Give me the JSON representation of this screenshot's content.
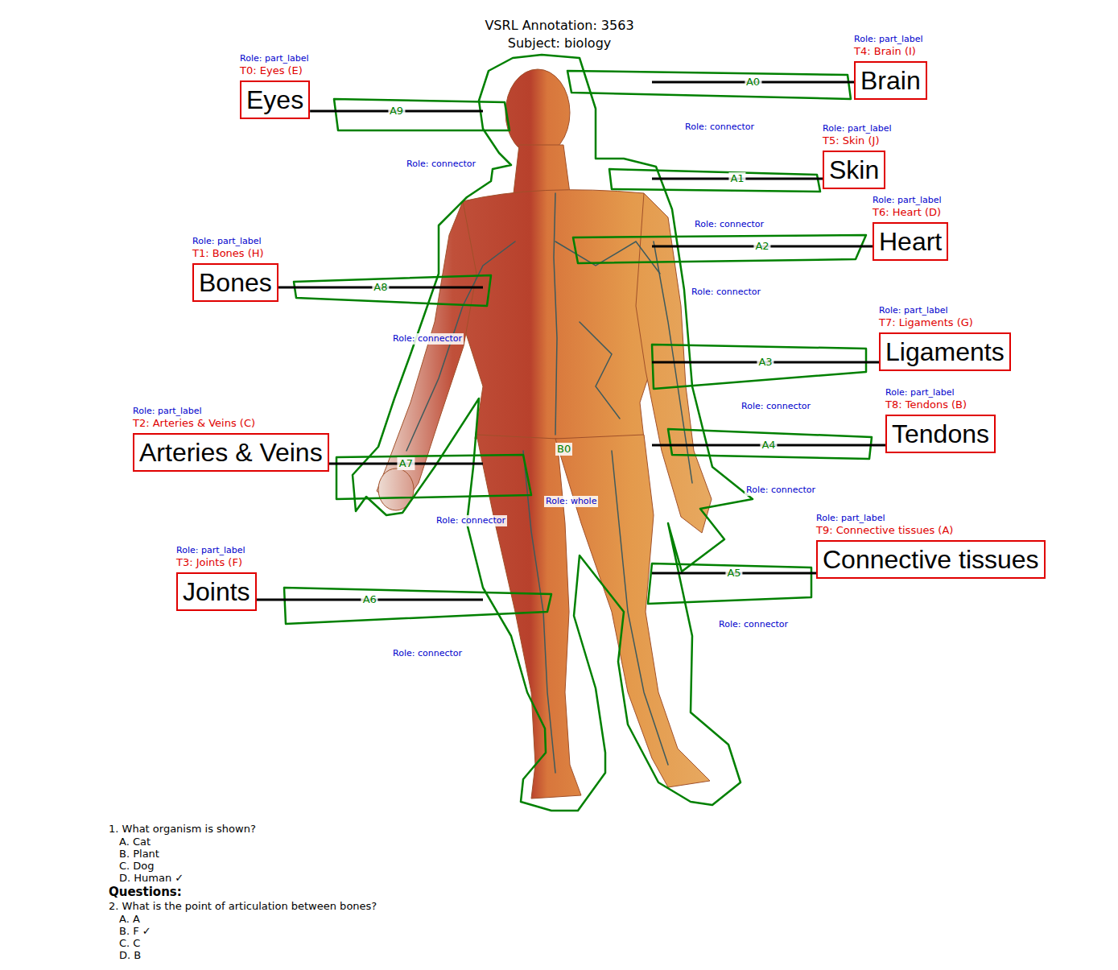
{
  "diagram": {
    "title": "VSRL Annotation: 3563",
    "nodes": [
      {
        "text": [
          "Role: part_label",
          "T0: Eyes (E)",
          "Eyes"
        ]
      },
      {
        "text": [
          "Role: part_label",
          "T4: Brain (I)",
          "Brain"
        ]
      },
      {
        "text": [
          "Role: part_label",
          "T5: Skin (J)",
          "Skin"
        ]
      },
      {
        "text": [
          "Role: part_label",
          "T6: Heart (D)",
          "Heart"
        ]
      },
      {
        "text": [
          "Role: part_label",
          "T1: Bones (H)",
          "Bones"
        ]
      },
      {
        "text": [
          "Role: part_label",
          "T7: Ligaments (G)",
          "Ligaments"
        ]
      },
      {
        "text": [
          "Role: part_label",
          "T8: Tendons (B)",
          "Tendons"
        ]
      },
      {
        "text": [
          "Role: part_label",
          "T2: Arteries & Veins (C)",
          "Arteries & Veins"
        ]
      },
      {
        "text": [
          "Role: part_label",
          "T9: Connective tissues (A)",
          "Connective tissues"
        ]
      },
      {
        "text": [
          "Role: part_label",
          "T3: Joints (F)",
          "Joints"
        ]
      },
      {
        "text": [
          "B0",
          "Role: whole"
        ]
      }
    ],
    "edges": [
      {
        "from": 0,
        "to": 10,
        "arrow": "none",
        "label": "A9"
      },
      {
        "from": 1,
        "to": 10,
        "arrow": "none",
        "label": "A0"
      },
      {
        "from": 2,
        "to": 10,
        "arrow": "none",
        "label": "A1"
      },
      {
        "from": 3,
        "to": 10,
        "arrow": "none",
        "label": "A2"
      },
      {
        "from": 4,
        "to": 10,
        "arrow": "none",
        "label": "A8"
      },
      {
        "from": 5,
        "to": 10,
        "arrow": "none",
        "label": "A3"
      },
      {
        "from": 6,
        "to": 10,
        "arrow": "none",
        "label": "A4"
      },
      {
        "from": 7,
        "to": 10,
        "arrow": "none",
        "label": "A7"
      },
      {
        "from": 8,
        "to": 10,
        "arrow": "none",
        "label": "A5"
      },
      {
        "from": 9,
        "to": 10,
        "arrow": "none",
        "label": "A6"
      }
    ],
    "labels": [
      "Subject: biology",
      "Role: connector",
      "Role: connector",
      "Role: connector",
      "Role: connector",
      "Role: connector",
      "Role: connector",
      "Role: connector",
      "Role: connector",
      "Role: connector",
      "Role: connector",
      "1. What organism is shown?",
      "A. Cat",
      "B. Plant",
      "C. Dog",
      "D. Human ✓",
      "Questions:",
      "2. What is the point of articulation between bones?",
      "A. A",
      "B. F ✓",
      "C. C",
      "D. B"
    ]
  }
}
